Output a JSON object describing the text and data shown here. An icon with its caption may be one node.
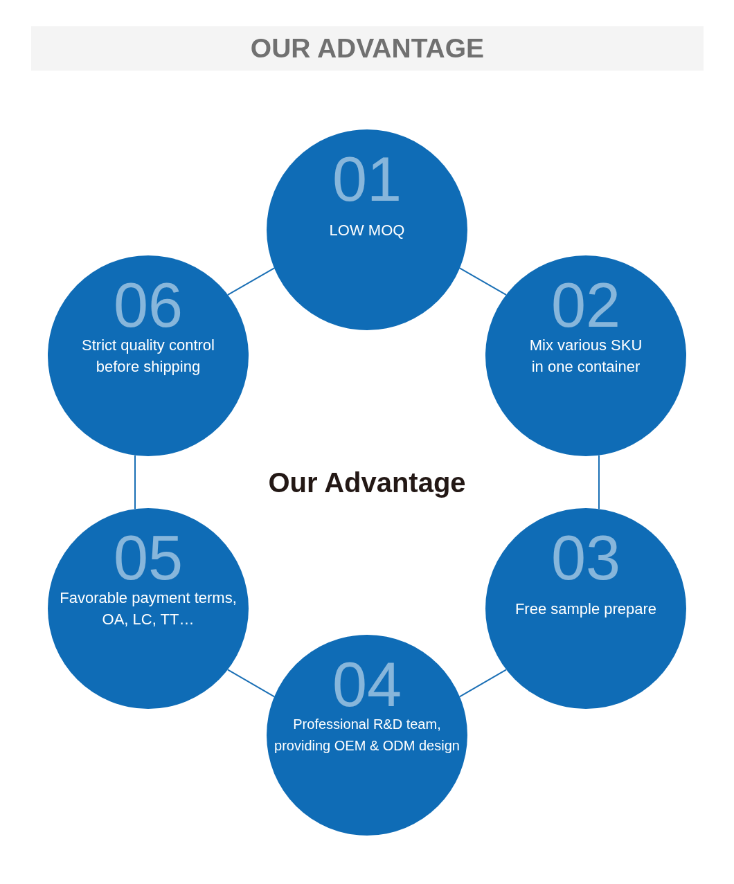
{
  "diagram": {
    "title": "OUR ADVANTAGE",
    "nodes": [
      {
        "text": [
          "01",
          "LOW MOQ"
        ]
      },
      {
        "text": [
          "02",
          "Mix various SKU in one container"
        ]
      },
      {
        "text": [
          "03",
          "Free sample prepare"
        ]
      },
      {
        "text": [
          "04",
          "Professional R&D team, providing OEM & ODM design"
        ]
      },
      {
        "text": [
          "05",
          "Favorable payment terms, OA, LC, TT…"
        ]
      },
      {
        "text": [
          "06",
          "Strict quality control before shipping"
        ]
      }
    ],
    "edges": [
      {
        "from": 0,
        "to": 1,
        "arrow": "none"
      },
      {
        "from": 1,
        "to": 2,
        "arrow": "none"
      },
      {
        "from": 2,
        "to": 3,
        "arrow": "none"
      },
      {
        "from": 3,
        "to": 4,
        "arrow": "none"
      },
      {
        "from": 4,
        "to": 5,
        "arrow": "none"
      },
      {
        "from": 5,
        "to": 0,
        "arrow": "none"
      }
    ],
    "labels": [
      "Our Advantage"
    ]
  }
}
